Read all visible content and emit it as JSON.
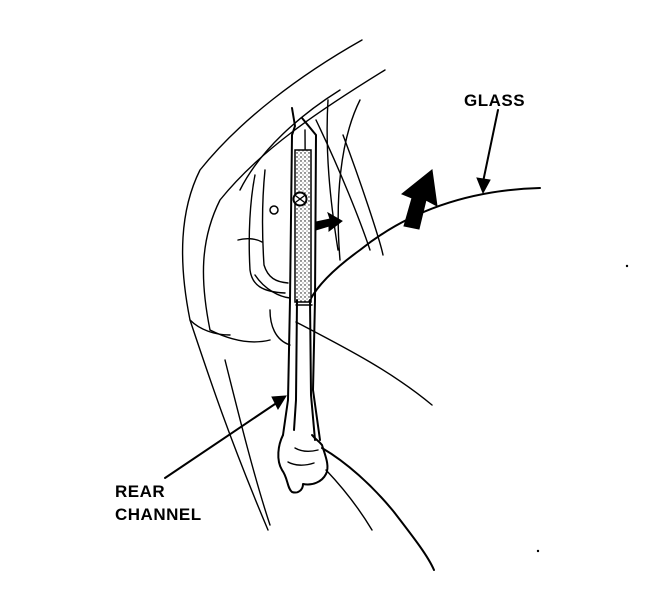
{
  "labels": {
    "glass": "GLASS",
    "rear_channel_line1": "REAR",
    "rear_channel_line2": "CHANNEL"
  },
  "colors": {
    "ink": "#000000",
    "background": "#ffffff",
    "felt": "#bdbdbd"
  }
}
